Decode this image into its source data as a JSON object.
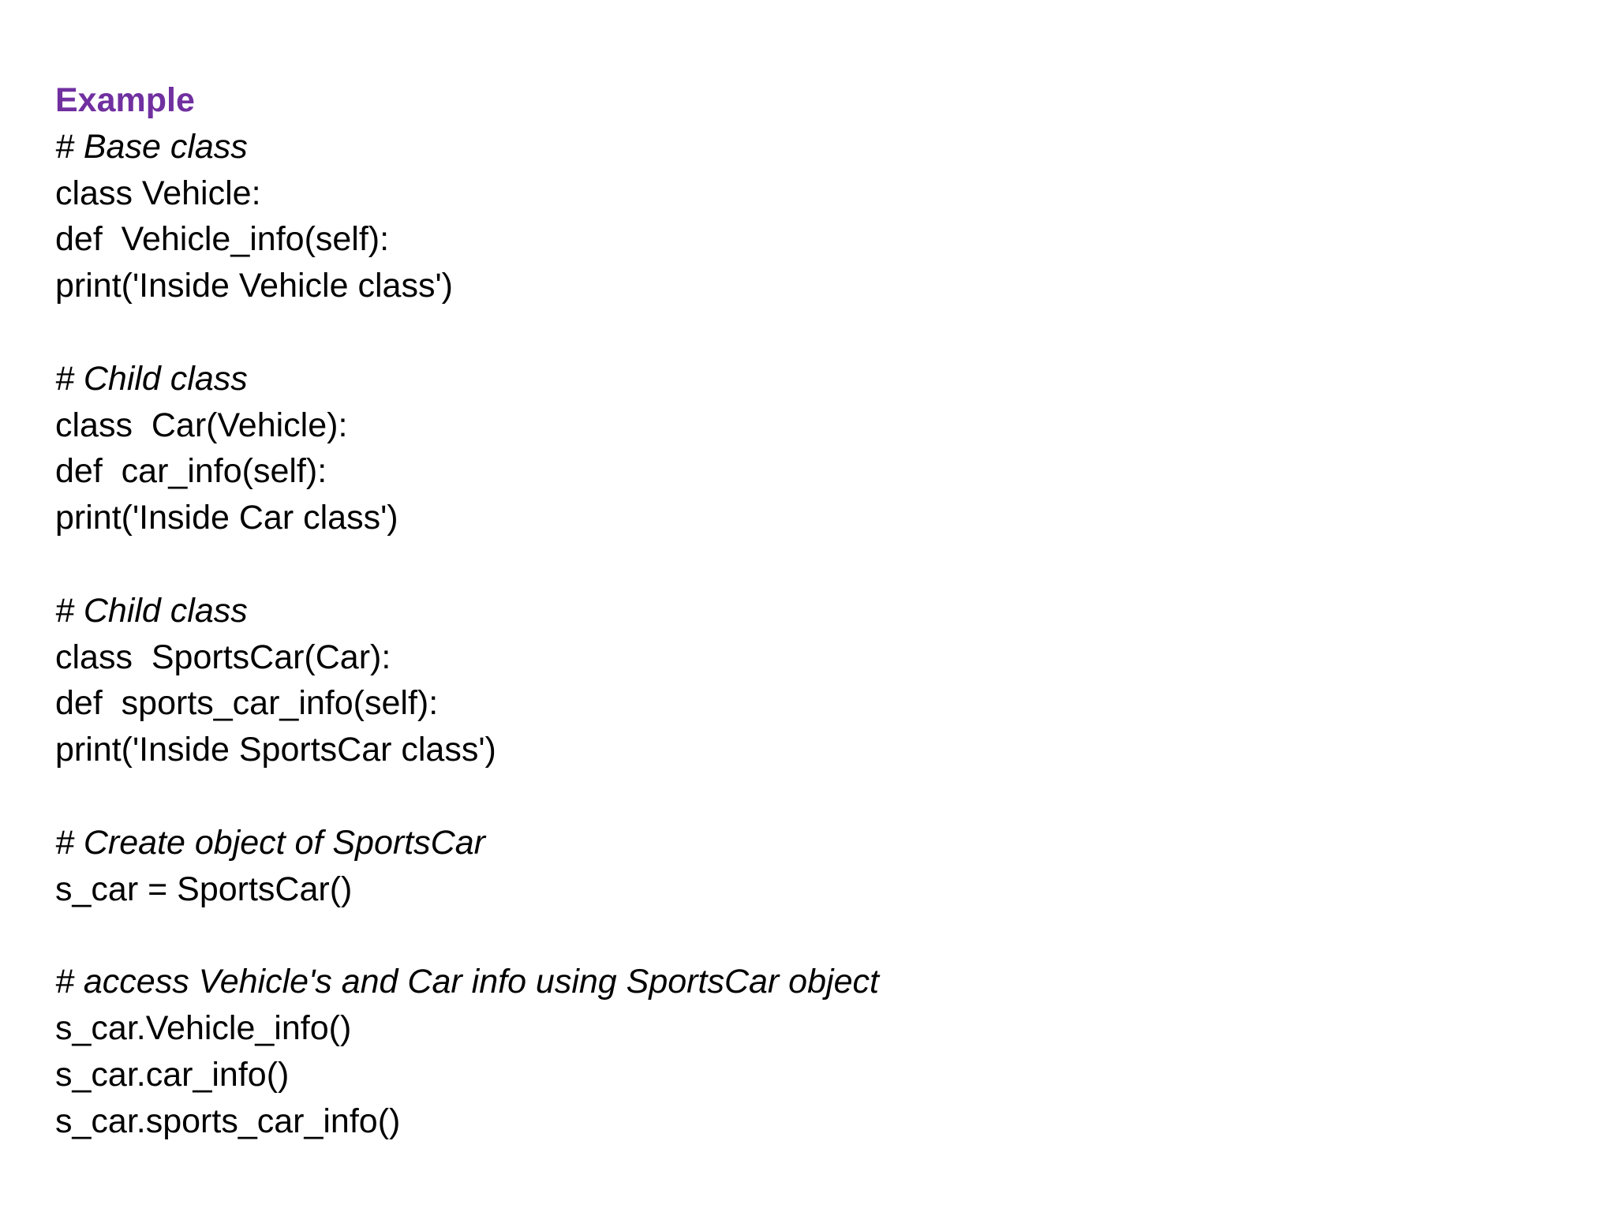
{
  "slide": {
    "title": "Example",
    "title_color": "#7030a0",
    "lines": [
      {
        "text": "# Base class",
        "style": "comment"
      },
      {
        "text": "class Vehicle:",
        "style": "code"
      },
      {
        "text": "def  Vehicle_info(self):",
        "style": "code"
      },
      {
        "text": "print('Inside Vehicle class')",
        "style": "code"
      },
      {
        "text": "",
        "style": "blank"
      },
      {
        "text": "# Child class",
        "style": "comment"
      },
      {
        "text": "class  Car(Vehicle):",
        "style": "code"
      },
      {
        "text": "def  car_info(self):",
        "style": "code"
      },
      {
        "text": "print('Inside Car class')",
        "style": "code"
      },
      {
        "text": "",
        "style": "blank"
      },
      {
        "text": "# Child class",
        "style": "comment"
      },
      {
        "text": "class  SportsCar(Car):",
        "style": "code"
      },
      {
        "text": "def  sports_car_info(self):",
        "style": "code"
      },
      {
        "text": "print('Inside SportsCar class')",
        "style": "code"
      },
      {
        "text": "",
        "style": "blank"
      },
      {
        "text": "# Create object of SportsCar",
        "style": "comment"
      },
      {
        "text": "s_car = SportsCar()",
        "style": "code"
      },
      {
        "text": "",
        "style": "blank"
      },
      {
        "text": "# access Vehicle's and Car info using SportsCar object",
        "style": "comment"
      },
      {
        "text": "s_car.Vehicle_info()",
        "style": "code"
      },
      {
        "text": "s_car.car_info()",
        "style": "code"
      },
      {
        "text": "s_car.sports_car_info()",
        "style": "code"
      }
    ]
  }
}
